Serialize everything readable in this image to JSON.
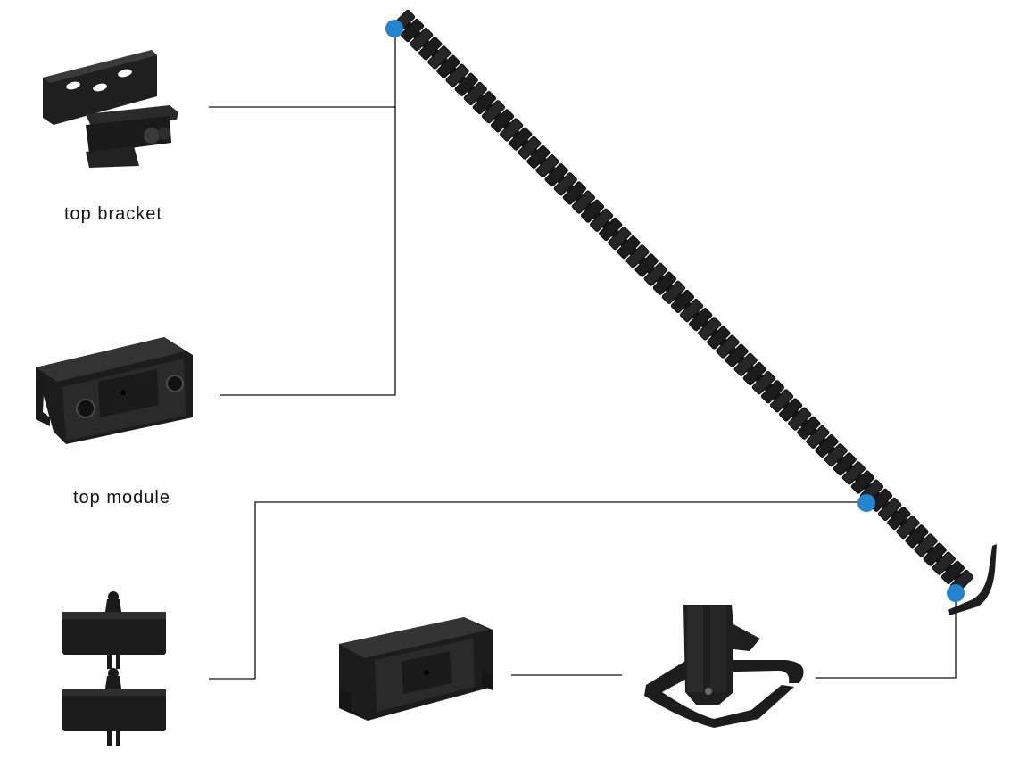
{
  "labels": {
    "top_bracket": "top bracket",
    "top_module": "top module"
  },
  "colors": {
    "part": "#1c1c1c",
    "part_face": "#2b2b2b",
    "part_highlight": "#4a4a4a",
    "connector_line": "#111111",
    "marker": "#2186cf"
  },
  "parts": [
    {
      "name": "top-bracket",
      "icon": "top-bracket-icon"
    },
    {
      "name": "top-module",
      "icon": "top-module-icon"
    },
    {
      "name": "chain-links",
      "icon": "chain-links-icon"
    },
    {
      "name": "bottom-module",
      "icon": "bottom-module-icon"
    },
    {
      "name": "bottom-bracket",
      "icon": "bottom-bracket-icon"
    },
    {
      "name": "cable-chain",
      "icon": "cable-chain-icon"
    }
  ]
}
